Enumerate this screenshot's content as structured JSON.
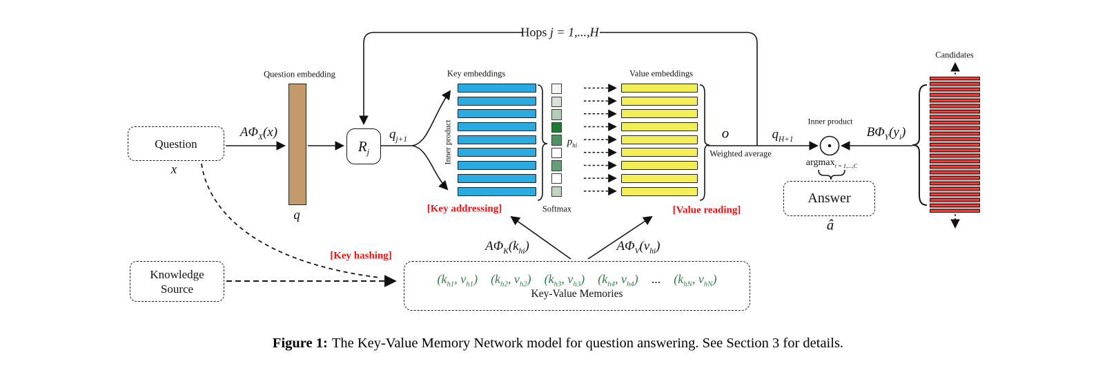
{
  "diagram": {
    "hops": {
      "prefix": "Hops ",
      "var": "j = 1,...,H"
    },
    "labels": {
      "question_embedding": "Question embedding",
      "key_embeddings": "Key embeddings",
      "value_embeddings": "Value embeddings",
      "candidates": "Candidates",
      "inner_product_rotated": "Inner product",
      "inner_product": "Inner product",
      "softmax": "Softmax",
      "weighted_average": "Weighted average",
      "key_addressing": "[Key addressing]",
      "value_reading": "[Value reading]",
      "key_hashing": "[Key hashing]"
    },
    "question": {
      "label": "Question",
      "var": "x"
    },
    "knowledge_source": {
      "line1": "Knowledge",
      "line2": "Source"
    },
    "answer": {
      "label": "Answer",
      "var": "â"
    },
    "rj": {
      "base": "R",
      "sub": "j"
    },
    "q_emb_var": "q",
    "q_next": {
      "base": "q",
      "sub": "j+1"
    },
    "q_final": {
      "base": "q",
      "sub": "H+1"
    },
    "o_var": "o",
    "p_hi": {
      "base": "p",
      "sub": "hi"
    },
    "argmax": {
      "base": "argmax",
      "sub": "i = 1,...,C"
    },
    "phi_x": {
      "pre": "AΦ",
      "sub": "X",
      "post": "(x)"
    },
    "phi_k": {
      "pre": "AΦ",
      "sub": "K",
      "post": "(k",
      "post_sub": "hi",
      "close": ")"
    },
    "phi_v": {
      "pre": "AΦ",
      "sub": "V",
      "post": "(v",
      "post_sub": "hi",
      "close": ")"
    },
    "phi_y": {
      "pre": "BΦ",
      "sub": "Y",
      "post": "(y",
      "post_sub": "i",
      "close": ")"
    },
    "memories": {
      "tuples": [
        {
          "open": "(k",
          "ksub": "h1",
          "mid": ", v",
          "vsub": "h1",
          "close": ")"
        },
        {
          "open": "(k",
          "ksub": "h2",
          "mid": ", v",
          "vsub": "h2",
          "close": ")"
        },
        {
          "open": "(k",
          "ksub": "h3",
          "mid": ", v",
          "vsub": "h3",
          "close": ")"
        },
        {
          "open": "(k",
          "ksub": "h4",
          "mid": ", v",
          "vsub": "h4",
          "close": ")"
        },
        {
          "open": "(k",
          "ksub": "hN",
          "mid": ", v",
          "vsub": "hN",
          "close": ")"
        }
      ],
      "ellipsis": "...",
      "label": "Key-Value Memories"
    },
    "bars": {
      "key_count": 9,
      "value_count": 9,
      "candidate_count": 25,
      "softmax_colors": [
        "#F1F6F1",
        "#D6E4D6",
        "#B4CDB6",
        "#1E7A33",
        "#4F9160",
        "#FFFFFF",
        "#679F76",
        "#FCFEFC",
        "#BED6C0"
      ]
    },
    "colors": {
      "key": "#29ABE2",
      "value": "#F2EE55",
      "question_embedding": "#C49A6B",
      "candidate": "#E8423D",
      "candidate_gap": "#ACACAC",
      "green_text": "#2D7C46",
      "red_label": "#EE1111"
    }
  },
  "caption": {
    "tag": "Figure 1:",
    "text": "The Key-Value Memory Network model for question answering. See Section 3 for details."
  }
}
